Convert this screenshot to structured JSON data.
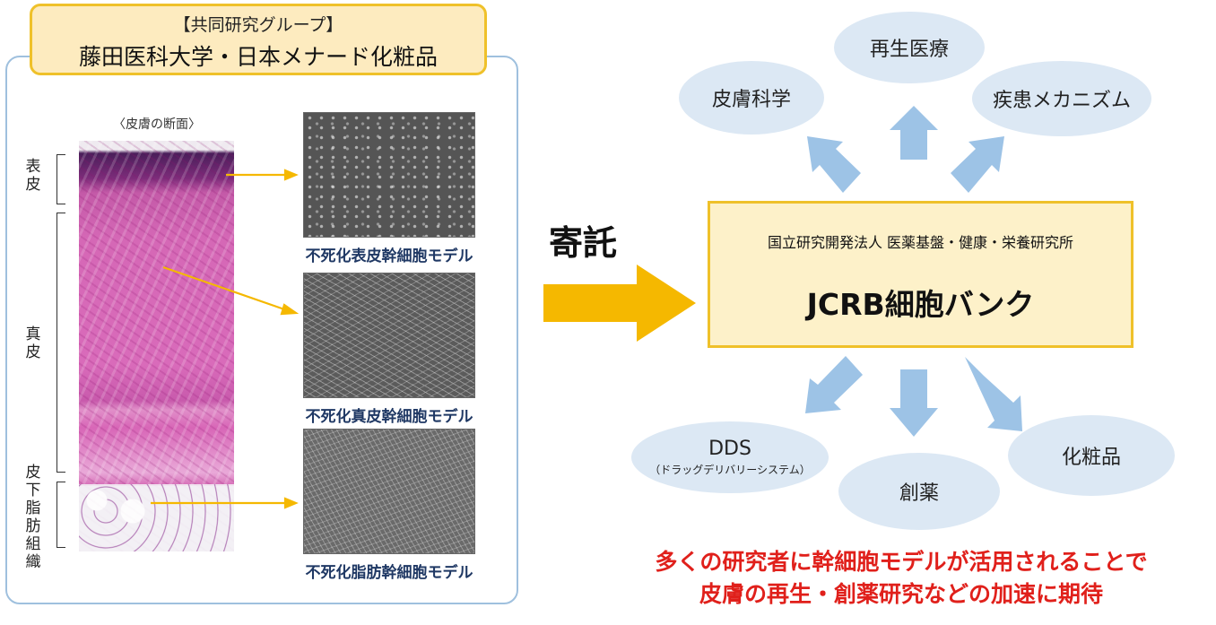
{
  "group": {
    "line1": "【共同研究グループ】",
    "line2": "藤田医科大学・日本メナード化粧品"
  },
  "skin": {
    "caption": "〈皮膚の断面〉",
    "layers": [
      {
        "label": "表\n皮"
      },
      {
        "label": "真\n皮"
      },
      {
        "label": "皮\n下\n脂\n肪\n組\n織"
      }
    ]
  },
  "cell_models": [
    {
      "label": "不死化表皮幹細胞モデル"
    },
    {
      "label": "不死化真皮幹細胞モデル"
    },
    {
      "label": "不死化脂肪幹細胞モデル"
    }
  ],
  "deposit_label": "寄託",
  "bank": {
    "org": "国立研究開発法人 医薬基盤・健康・栄養研究所",
    "name": "JCRB細胞バンク"
  },
  "applications": {
    "regen": "再生医療",
    "skin_science": "皮膚科学",
    "disease": "疾患メカニズム",
    "dds": "DDS",
    "dds_sub": "（ドラッグデリバリーシステム）",
    "drug": "創薬",
    "cosmetics": "化粧品"
  },
  "bottom": {
    "line1": "多くの研究者に幹細胞モデルが活用されることで",
    "line2": "皮膚の再生・創薬研究などの加速に期待"
  },
  "colors": {
    "arrow_yellow": "#f5b800",
    "arrow_blue": "#9dc3e6",
    "bubble": "#dce8f4",
    "emphasis_red": "#e0201b",
    "label_navy": "#1f3864"
  }
}
